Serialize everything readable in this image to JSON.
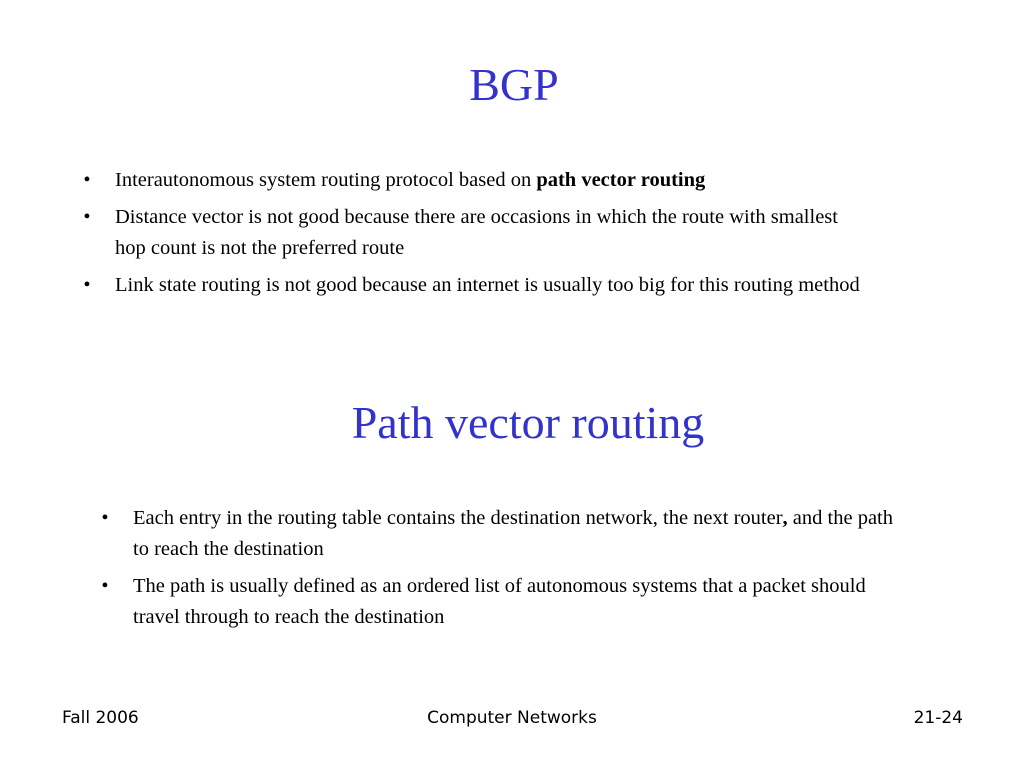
{
  "section1": {
    "title": "BGP",
    "bullets": [
      {
        "text": "Interautonomous system routing protocol based on ",
        "bold": "path vector routing"
      },
      {
        "text": "Distance vector is not good because there are occasions in which the route with smallest hop count is not the preferred route"
      },
      {
        "text": "Link state routing is not good because an internet is usually too big for this routing method"
      }
    ]
  },
  "section2": {
    "title": "Path vector routing",
    "bullets": [
      {
        "text_before": "Each entry in the routing table contains the destination network, the next router",
        "bold": ",",
        "text_after": " and the path to reach the destination"
      },
      {
        "text": "The path is usually defined as an ordered list of autonomous systems that a packet should travel through to reach the destination"
      }
    ]
  },
  "footer": {
    "left": "Fall 2006",
    "center": "Computer Networks",
    "right": "21-24"
  },
  "bullet_glyph": "•",
  "colors": {
    "title": "#3333cc",
    "text": "#000000",
    "background": "#ffffff"
  }
}
